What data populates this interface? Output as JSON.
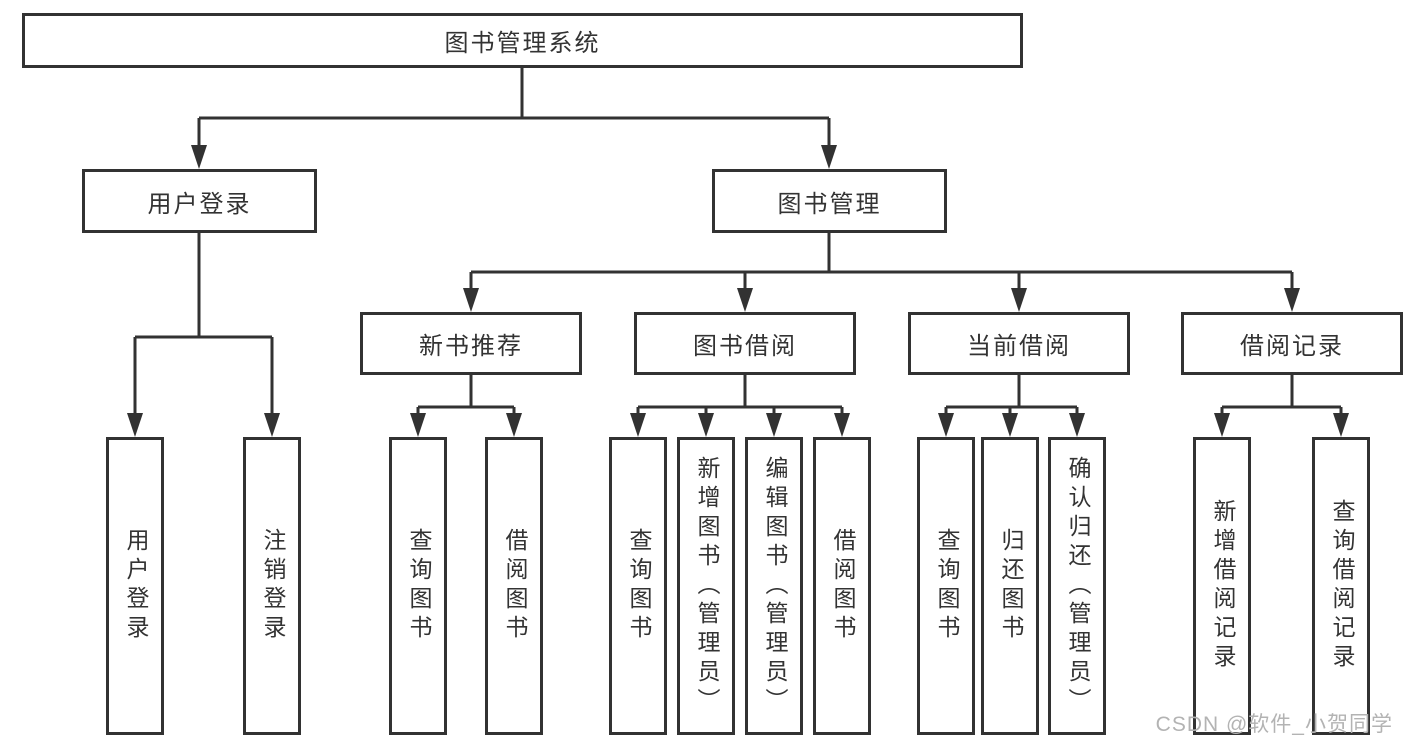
{
  "diagram": {
    "title": "图书管理系统",
    "children": [
      {
        "label": "用户登录",
        "children": [
          {
            "label": "用户登录"
          },
          {
            "label": "注销登录"
          }
        ]
      },
      {
        "label": "图书管理",
        "children": [
          {
            "label": "新书推荐",
            "children": [
              {
                "label": "查询图书"
              },
              {
                "label": "借阅图书"
              }
            ]
          },
          {
            "label": "图书借阅",
            "children": [
              {
                "label": "查询图书"
              },
              {
                "label": "新增图书（管理员）"
              },
              {
                "label": "编辑图书（管理员）"
              },
              {
                "label": "借阅图书"
              }
            ]
          },
          {
            "label": "当前借阅",
            "children": [
              {
                "label": "查询图书"
              },
              {
                "label": "归还图书"
              },
              {
                "label": "确认归还（管理员）"
              }
            ]
          },
          {
            "label": "借阅记录",
            "children": [
              {
                "label": "新增借阅记录"
              },
              {
                "label": "查询借阅记录"
              }
            ]
          }
        ]
      }
    ]
  },
  "watermark": {
    "text": "CSDN @软件_小贺同学"
  },
  "colors": {
    "line": "#323232",
    "text": "#333333",
    "watermark": "#b3b3b3",
    "background": "#ffffff"
  }
}
